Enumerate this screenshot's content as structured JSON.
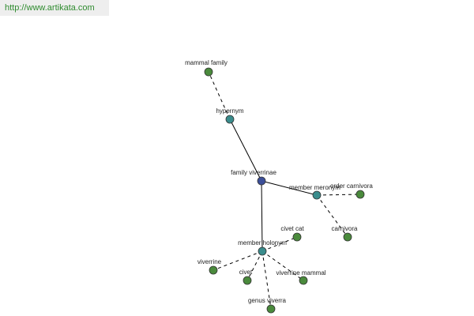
{
  "banner": {
    "url_text": "http://www.artikata.com"
  },
  "colors": {
    "central": "#3c4f99",
    "relation": "#3a8c8c",
    "leaf": "#4a8a3c",
    "edge": "#000000",
    "banner_bg": "#eeeeee",
    "banner_text": "#2e8b2e"
  },
  "graph": {
    "nodes": [
      {
        "id": "family-viverrinae",
        "label": "family viverrinae",
        "kind": "central"
      },
      {
        "id": "hypernym",
        "label": "hypernym",
        "kind": "relation"
      },
      {
        "id": "mammal-family",
        "label": "mammal family",
        "kind": "leaf"
      },
      {
        "id": "member-meronym",
        "label": "member meronym",
        "kind": "relation"
      },
      {
        "id": "order-carnivora",
        "label": "order carnivora",
        "kind": "leaf"
      },
      {
        "id": "carnivora",
        "label": "carnivora",
        "kind": "leaf"
      },
      {
        "id": "member-holonym",
        "label": "member holonym",
        "kind": "relation"
      },
      {
        "id": "civet-cat",
        "label": "civet cat",
        "kind": "leaf"
      },
      {
        "id": "viverrine",
        "label": "viverrine",
        "kind": "leaf"
      },
      {
        "id": "civet",
        "label": "civet",
        "kind": "leaf"
      },
      {
        "id": "viverrine-mammal",
        "label": "viverrine mammal",
        "kind": "leaf"
      },
      {
        "id": "genus-viverra",
        "label": "genus viverra",
        "kind": "leaf"
      }
    ],
    "edges": [
      {
        "from": "family-viverrinae",
        "to": "hypernym",
        "style": "solid"
      },
      {
        "from": "family-viverrinae",
        "to": "member-meronym",
        "style": "solid"
      },
      {
        "from": "family-viverrinae",
        "to": "member-holonym",
        "style": "solid"
      },
      {
        "from": "hypernym",
        "to": "mammal-family",
        "style": "dashed"
      },
      {
        "from": "member-meronym",
        "to": "order-carnivora",
        "style": "dashed"
      },
      {
        "from": "member-meronym",
        "to": "carnivora",
        "style": "dashed"
      },
      {
        "from": "member-holonym",
        "to": "civet-cat",
        "style": "dashed"
      },
      {
        "from": "member-holonym",
        "to": "viverrine",
        "style": "dashed"
      },
      {
        "from": "member-holonym",
        "to": "civet",
        "style": "dashed"
      },
      {
        "from": "member-holonym",
        "to": "viverrine-mammal",
        "style": "dashed"
      },
      {
        "from": "member-holonym",
        "to": "genus-viverra",
        "style": "dashed"
      }
    ]
  }
}
